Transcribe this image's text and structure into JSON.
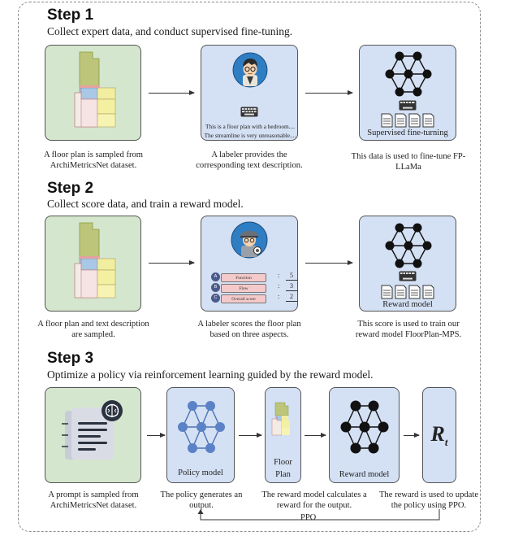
{
  "steps": [
    {
      "title": "Step 1",
      "description": "Collect expert data, and conduct supervised fine-tuning."
    },
    {
      "title": "Step 2",
      "description": "Collect score data, and train a reward model."
    },
    {
      "title": "Step 3",
      "description": "Optimize a policy via reinforcement learning guided by the reward model."
    }
  ],
  "step1": {
    "caption_floorplan": "A floor plan is sampled from ArchiMetricsNet dataset.",
    "caption_labeler": "A labeler provides the corresponding text description.",
    "caption_finetune": "This data is used to fine-tune FP-LLaMa",
    "text_line1": "This is a floor plan with a bedroom....",
    "text_line2": "The streamline is very unreasonable....",
    "box_label": "Supervised fine-turning"
  },
  "step2": {
    "caption_floorplan": "A floor plan and text description are sampled.",
    "caption_labeler": "A labeler scores the floor plan based on three aspects.",
    "caption_reward": "This score is used to train our reward model FloorPlan-MPS.",
    "box_label": "Reward model",
    "scores": [
      {
        "letter": "A",
        "name": "Function",
        "value": "5"
      },
      {
        "letter": "B",
        "name": "Flow",
        "value": "3"
      },
      {
        "letter": "C",
        "name": "Overall score",
        "value": "2"
      }
    ]
  },
  "step3": {
    "caption_prompt": "A prompt is sampled from ArchiMetricsNet dataset.",
    "caption_policy": "The policy generates an output.",
    "caption_reward": "The reward model calculates a reward for the output.",
    "caption_update": "The reward is used to update the policy using PPO.",
    "policy_label": "Policy model",
    "floorplan_label": "Floor Plan",
    "reward_label": "Reward model",
    "rt_symbol": "R",
    "rt_subscript": "t",
    "loop_label": "PPO"
  },
  "colors": {
    "green_box": "#d4e6cd",
    "blue_box": "#d4e0f3",
    "node": "#111111",
    "node_blue": "#5b82c6"
  }
}
